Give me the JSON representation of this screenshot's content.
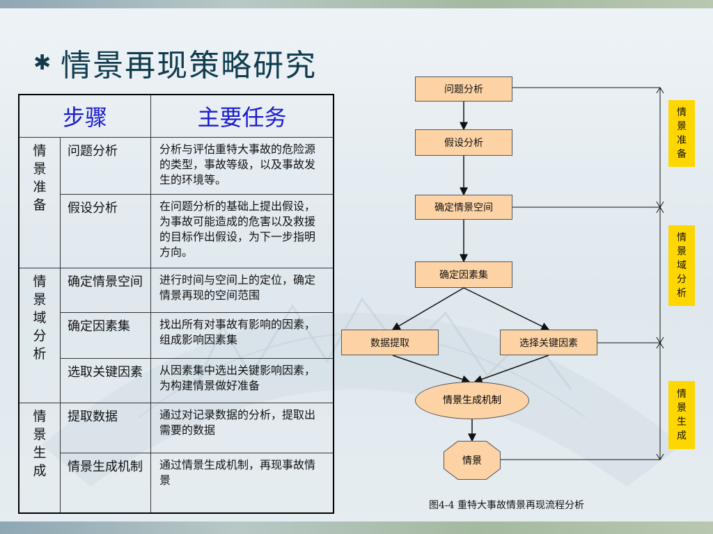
{
  "title": "情景再现策略研究",
  "table": {
    "header_step": "步骤",
    "header_task": "主要任务",
    "groups": [
      {
        "stage": "情景准备",
        "rows": [
          {
            "step": "问题分析",
            "task": "分析与评估重特大事故的危险源的类型，事故等级，以及事故发生的环境等。"
          },
          {
            "step": "假设分析",
            "task": "在问题分析的基础上提出假设，为事故可能造成的危害以及救援的目标作出假设，为下一步指明方向。"
          }
        ]
      },
      {
        "stage": "情景域分析",
        "rows": [
          {
            "step": "确定情景空间",
            "task": "进行时间与空间上的定位，确定情景再现的空间范围"
          },
          {
            "step": "确定因素集",
            "task": "找出所有对事故有影响的因素，组成影响因素集"
          },
          {
            "step": "选取关键因素",
            "task": "从因素集中选出关键影响因素，为构建情景做好准备"
          }
        ]
      },
      {
        "stage": "情景生成",
        "rows": [
          {
            "step": "提取数据",
            "task": "通过对记录数据的分析，提取出需要的数据"
          },
          {
            "step": "情景生成机制",
            "task": "通过情景生成机制，再现事故情景"
          }
        ]
      }
    ]
  },
  "flow": {
    "nodes": {
      "problem": "问题分析",
      "hypothesis": "假设分析",
      "space": "确定情景空间",
      "factors": "确定因素集",
      "extract": "数据提取",
      "key": "选择关键因素",
      "mechanism": "情景生成机制",
      "scene": "情景"
    },
    "phases": [
      "情景准备",
      "情景域分析",
      "情景生成"
    ],
    "caption": "图4-4 重特大事故情景再现流程分析"
  },
  "colors": {
    "box_fill": "#fdd3a6",
    "phase_fill": "#ffd700",
    "title": "#0f3c4e",
    "header": "#1a1ad0"
  }
}
